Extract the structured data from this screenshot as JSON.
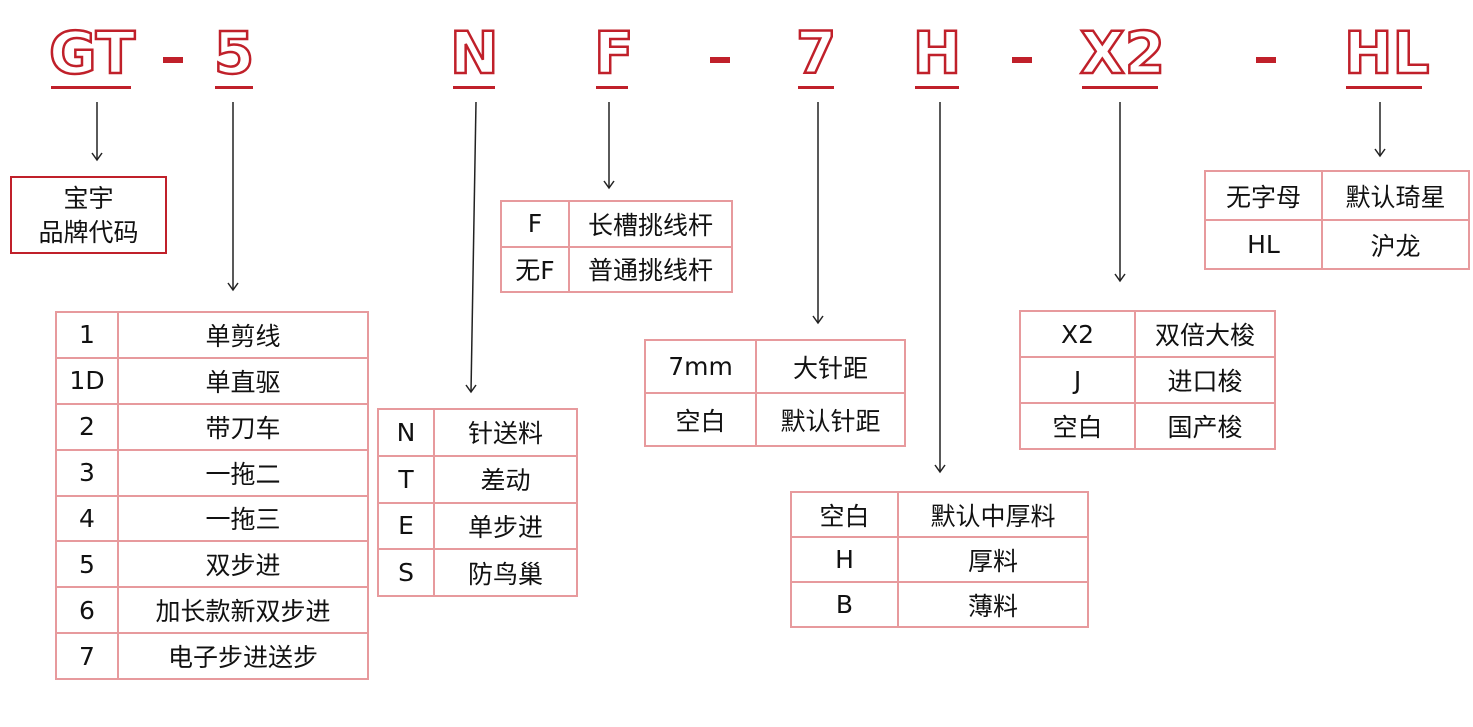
{
  "colors": {
    "accent": "#c0202a",
    "cell_border": "#e79a9d"
  },
  "code_parts": {
    "gt": "GT",
    "dash_1": "-",
    "five": "5",
    "n": "N",
    "f": "F",
    "dash_2": "-",
    "seven": "7",
    "h": "H",
    "dash_3": "-",
    "x2": "X2",
    "dash_4": "-",
    "hl": "HL"
  },
  "brand": {
    "line1": "宝宇",
    "line2": "品牌代码"
  },
  "tables": {
    "model": {
      "rows": [
        {
          "code": "1",
          "desc": "单剪线"
        },
        {
          "code": "1D",
          "desc": "单直驱"
        },
        {
          "code": "2",
          "desc": "带刀车"
        },
        {
          "code": "3",
          "desc": "一拖二"
        },
        {
          "code": "4",
          "desc": "一拖三"
        },
        {
          "code": "5",
          "desc": "双步进"
        },
        {
          "code": "6",
          "desc": "加长款新双步进"
        },
        {
          "code": "7",
          "desc": "电子步进送步"
        }
      ]
    },
    "feed": {
      "rows": [
        {
          "code": "N",
          "desc": "针送料"
        },
        {
          "code": "T",
          "desc": "差动"
        },
        {
          "code": "E",
          "desc": "单步进"
        },
        {
          "code": "S",
          "desc": "防鸟巢"
        }
      ]
    },
    "thread_lever": {
      "rows": [
        {
          "code": "F",
          "desc": "长槽挑线杆"
        },
        {
          "code": "无F",
          "desc": "普通挑线杆"
        }
      ]
    },
    "needle_gauge": {
      "rows": [
        {
          "code": "7mm",
          "desc": "大针距"
        },
        {
          "code": "空白",
          "desc": "默认针距"
        }
      ]
    },
    "material": {
      "rows": [
        {
          "code": "空白",
          "desc": "默认中厚料"
        },
        {
          "code": "H",
          "desc": "厚料"
        },
        {
          "code": "B",
          "desc": "薄料"
        }
      ]
    },
    "shuttle": {
      "rows": [
        {
          "code": "X2",
          "desc": "双倍大梭"
        },
        {
          "code": "J",
          "desc": "进口梭"
        },
        {
          "code": "空白",
          "desc": "国产梭"
        }
      ]
    },
    "star": {
      "rows": [
        {
          "code": "无字母",
          "desc": "默认琦星"
        },
        {
          "code": "HL",
          "desc": "沪龙"
        }
      ]
    }
  }
}
